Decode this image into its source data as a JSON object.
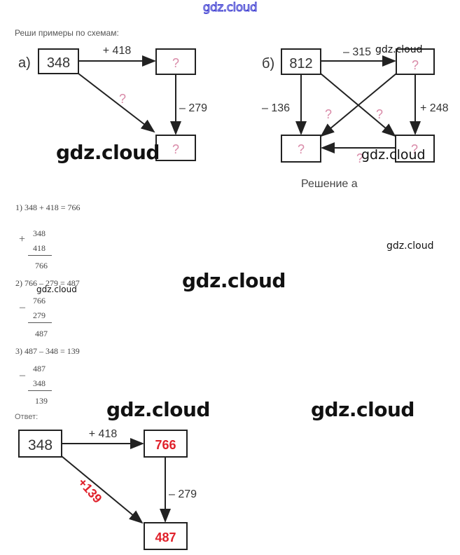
{
  "site": {
    "logo": "gdz.cloud"
  },
  "task": {
    "title": "Реши примеры по схемам:"
  },
  "diagram_a": {
    "label": "а)",
    "start": "348",
    "top_right": "?",
    "bottom_right": "?",
    "edge_top": "+ 418",
    "edge_right": "– 279",
    "edge_diag": "?"
  },
  "diagram_b": {
    "label": "б)",
    "start": "812",
    "top_right": "?",
    "bottom_left": "?",
    "bottom_right": "?",
    "edge_top": "– 315",
    "edge_left": "– 136",
    "edge_right": "+ 248",
    "edge_diag_1": "?",
    "edge_diag_2": "?",
    "edge_bottom": "?"
  },
  "solution_label": "Решение а",
  "steps": [
    {
      "line": "1) 348 + 418 = 766",
      "sign": "+",
      "a": "348",
      "b": "418",
      "result": "766"
    },
    {
      "line": "2) 766 – 279 = 487",
      "sign": "–",
      "a": "766",
      "b": "279",
      "result": "487"
    },
    {
      "line": "3) 487 – 348 = 139",
      "sign": "–",
      "a": "487",
      "b": "348",
      "result": "139"
    }
  ],
  "answer": {
    "label": "Ответ:",
    "start": "348",
    "top_right": "766",
    "bottom_right": "487",
    "edge_top": "+ 418",
    "edge_right": "– 279",
    "edge_diag": "+139",
    "highlight_color": "#e0202a"
  },
  "watermarks": [
    "gdz.cloud",
    "gdz.cloud",
    "gdz.cloud",
    "gdz.cloud",
    "gdz.cloud",
    "gdz.cloud",
    "gdz.cloud",
    "gdz.cloud"
  ]
}
